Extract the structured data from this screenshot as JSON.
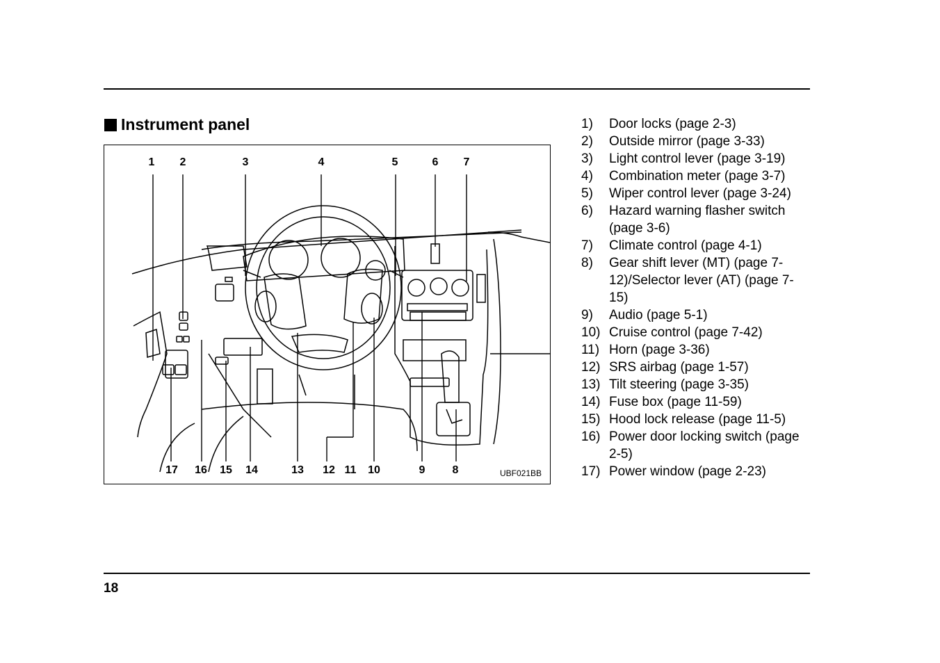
{
  "heading": "Instrument panel",
  "figure": {
    "code": "UBF021BB",
    "callouts_top": [
      "1",
      "2",
      "3",
      "4",
      "5",
      "6",
      "7"
    ],
    "callouts_bottom": [
      "17",
      "16",
      "15",
      "14",
      "13",
      "12",
      "11",
      "10",
      "9",
      "8"
    ]
  },
  "legend": [
    {
      "num": "1)",
      "text": "Door locks (page 2-3)"
    },
    {
      "num": "2)",
      "text": "Outside mirror (page 3-33)"
    },
    {
      "num": "3)",
      "text": "Light control lever (page 3-19)"
    },
    {
      "num": "4)",
      "text": "Combination meter (page 3-7)"
    },
    {
      "num": "5)",
      "text": "Wiper control lever (page 3-24)"
    },
    {
      "num": "6)",
      "text": "Hazard warning flasher switch (page 3-6)"
    },
    {
      "num": "7)",
      "text": "Climate control (page 4-1)"
    },
    {
      "num": "8)",
      "text": "Gear shift lever (MT) (page 7-12)/Selector lever (AT) (page 7-15)"
    },
    {
      "num": "9)",
      "text": "Audio (page 5-1)"
    },
    {
      "num": "10)",
      "text": "Cruise control (page 7-42)"
    },
    {
      "num": "11)",
      "text": "Horn (page 3-36)"
    },
    {
      "num": "12)",
      "text": "SRS airbag (page 1-57)"
    },
    {
      "num": "13)",
      "text": "Tilt steering (page 3-35)"
    },
    {
      "num": "14)",
      "text": "Fuse box (page 11-59)"
    },
    {
      "num": "15)",
      "text": "Hood lock release (page 11-5)"
    },
    {
      "num": "16)",
      "text": "Power door locking switch (page 2-5)"
    },
    {
      "num": "17)",
      "text": "Power window (page 2-23)"
    }
  ],
  "page_number": "18"
}
